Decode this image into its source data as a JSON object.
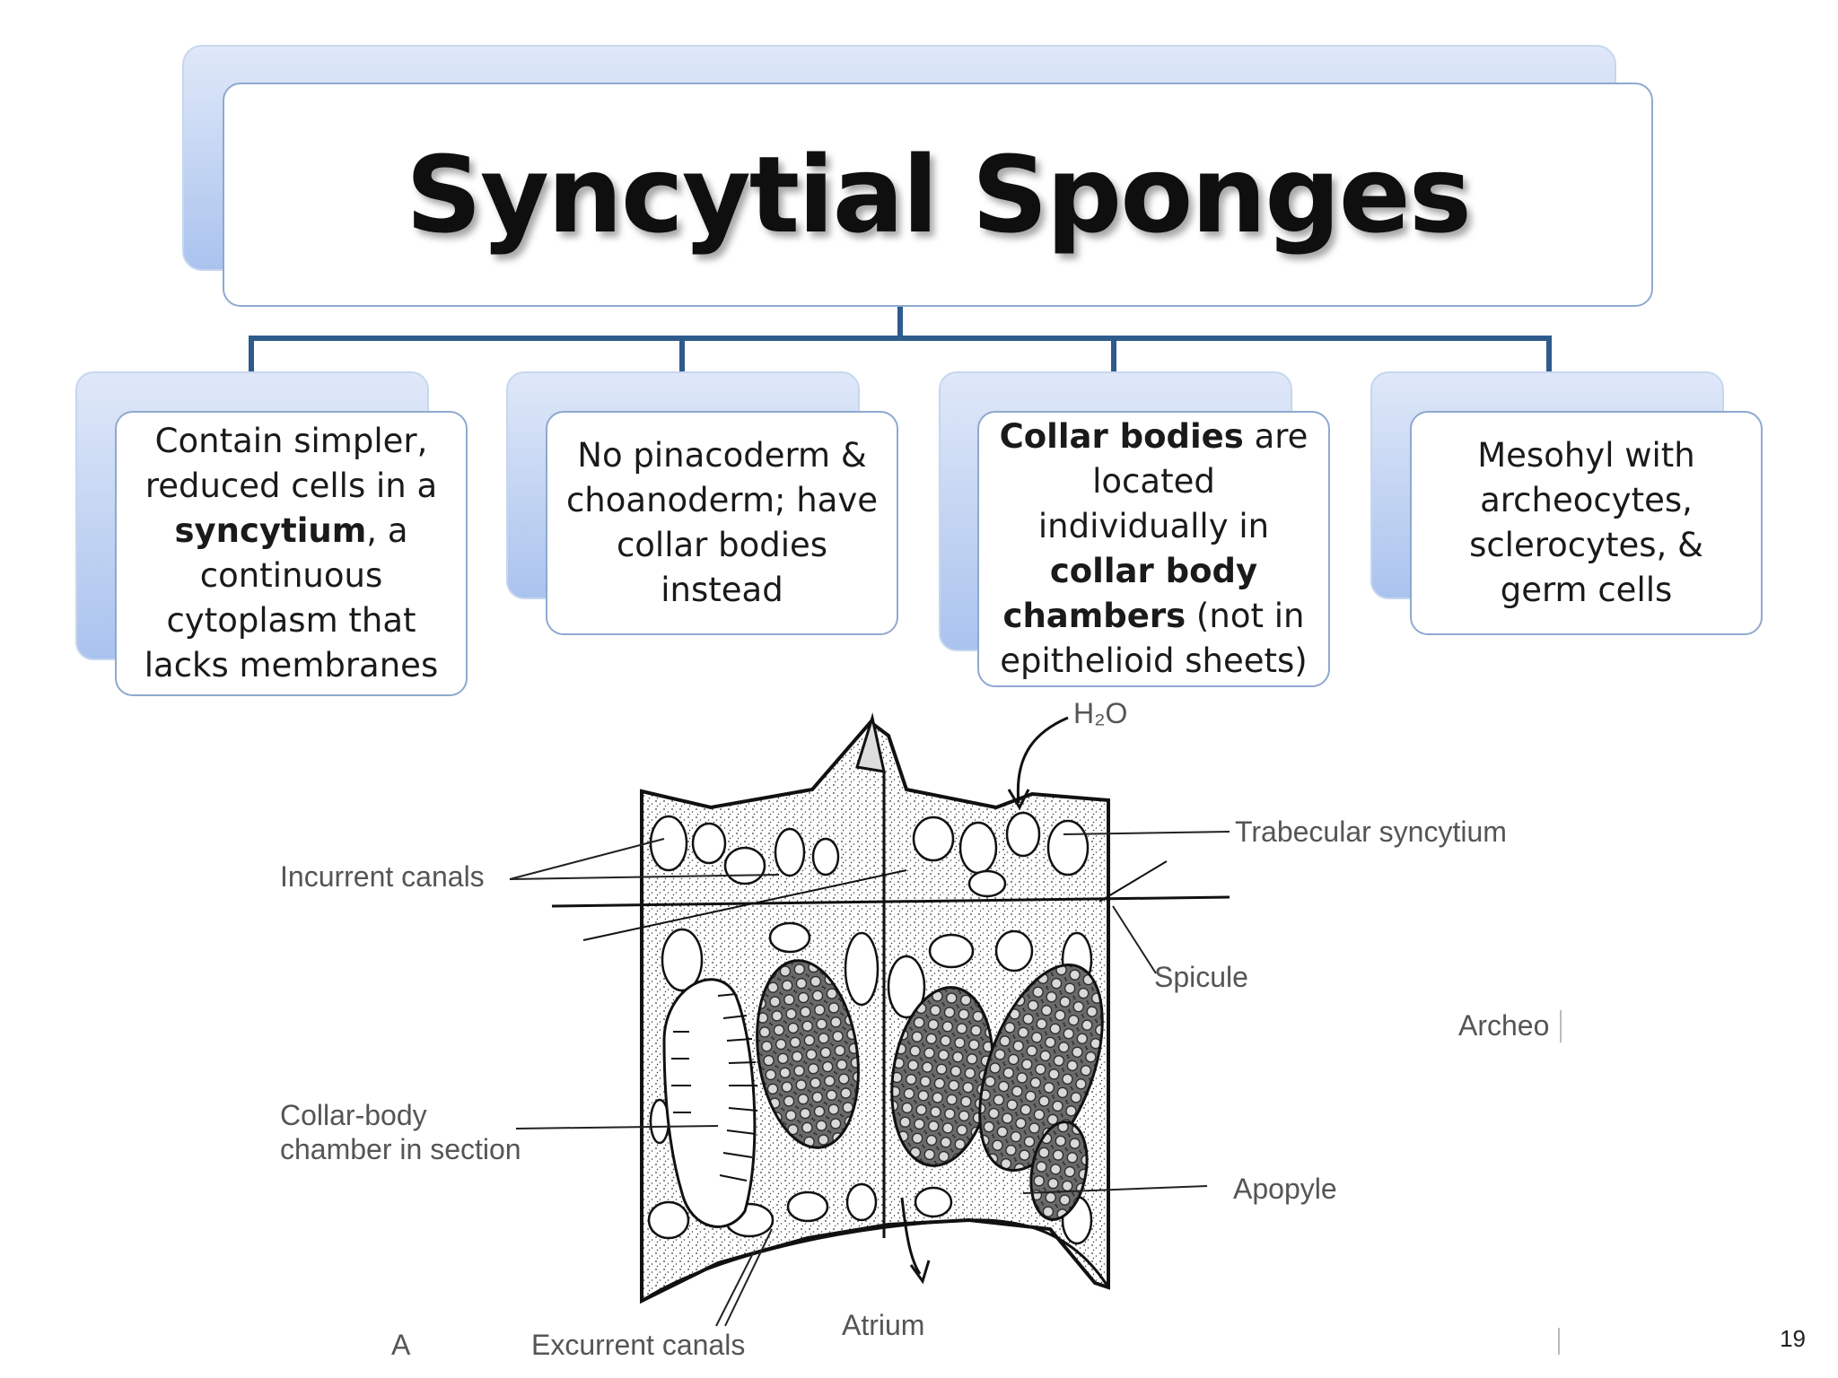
{
  "title": "Syncytial Sponges",
  "boxes": [
    {
      "lines": [
        [
          {
            "t": "Contain simpler,"
          }
        ],
        [
          {
            "t": "reduced cells in a"
          }
        ],
        [
          {
            "t": "syncytium",
            "b": true
          },
          {
            "t": ", a"
          }
        ],
        [
          {
            "t": "continuous"
          }
        ],
        [
          {
            "t": "cytoplasm that"
          }
        ],
        [
          {
            "t": "lacks membranes"
          }
        ]
      ]
    },
    {
      "lines": [
        [
          {
            "t": "No pinacoderm &"
          }
        ],
        [
          {
            "t": "choanoderm; have"
          }
        ],
        [
          {
            "t": "collar bodies"
          }
        ],
        [
          {
            "t": "instead"
          }
        ]
      ]
    },
    {
      "lines": [
        [
          {
            "t": "Collar bodies",
            "b": true
          },
          {
            "t": " are"
          }
        ],
        [
          {
            "t": "located"
          }
        ],
        [
          {
            "t": "individually in"
          }
        ],
        [
          {
            "t": "collar body",
            "b": true
          }
        ],
        [
          {
            "t": "chambers",
            "b": true
          },
          {
            "t": " (not in"
          }
        ],
        [
          {
            "t": "epithelioid sheets)"
          }
        ]
      ]
    },
    {
      "lines": [
        [
          {
            "t": "Mesohyl with"
          }
        ],
        [
          {
            "t": "archeocytes,"
          }
        ],
        [
          {
            "t": "sclerocytes, &"
          }
        ],
        [
          {
            "t": "germ cells"
          }
        ]
      ]
    }
  ],
  "labels": {
    "h2o": "H₂O",
    "trabecular": "Trabecular syncytium",
    "incurrent": "Incurrent canals",
    "spicule": "Spicule",
    "archeo": "Archeo",
    "collar_body_1": "Collar-body",
    "collar_body_2": "chamber in section",
    "apopyle": "Apopyle",
    "atrium": "Atrium",
    "excurrent": "Excurrent canals",
    "panel": "A"
  },
  "page_number": "19"
}
